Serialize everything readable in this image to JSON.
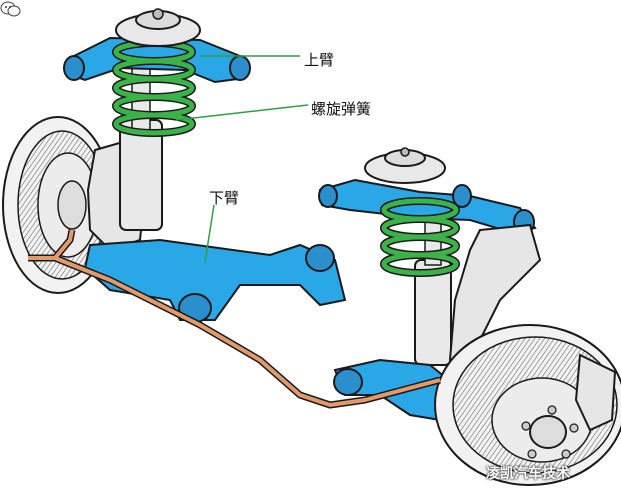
{
  "labels": {
    "upper_arm": "上臂",
    "coil_spring": "螺旋弹簧",
    "lower_arm": "下臂"
  },
  "watermark": {
    "text": "凌凯汽车技术",
    "icon": "wechat-logo-icon"
  },
  "colors": {
    "arm_blue": "#2aa7e6",
    "spring_green": "#3bb34a",
    "leader_green": "#2f9e44",
    "stabilizer_orange": "#e39a6a",
    "metal_grey": "#e8e8e8",
    "outline": "#1a1a1a"
  }
}
